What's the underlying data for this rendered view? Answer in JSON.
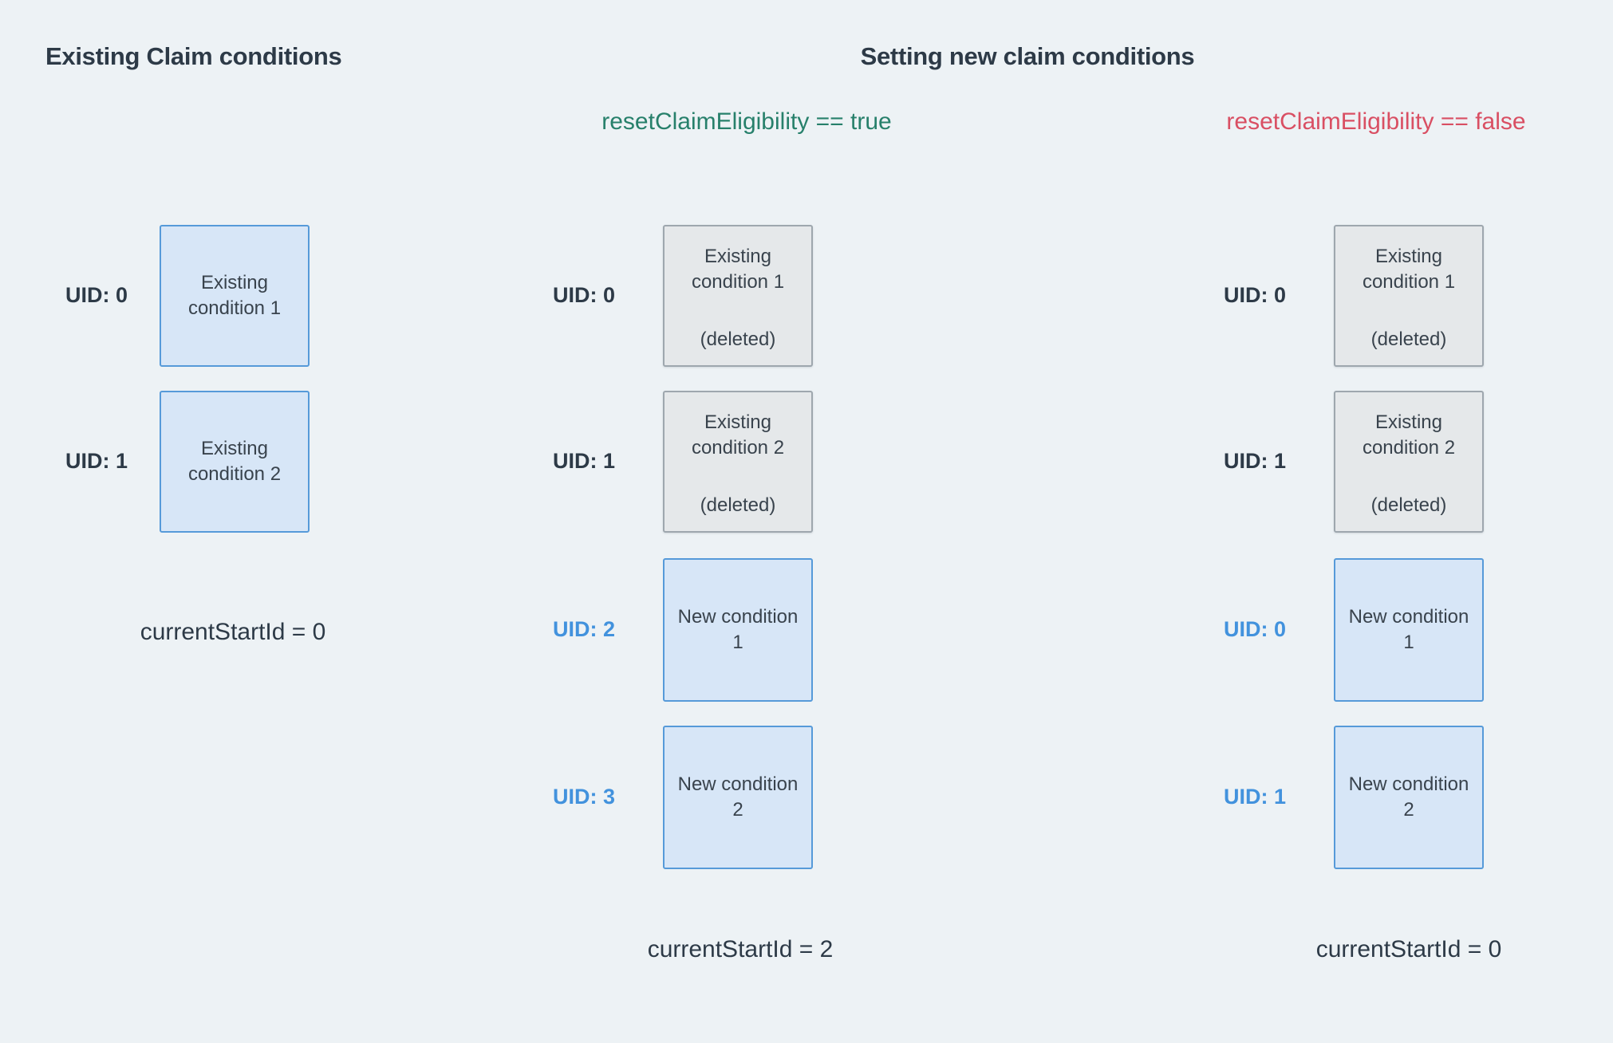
{
  "headers": {
    "left": "Existing Claim conditions",
    "middle": "Setting new claim conditions"
  },
  "flags": {
    "true_label": "resetClaimEligibility == true",
    "false_label": "resetClaimEligibility == false"
  },
  "colors": {
    "background": "#edf2f5",
    "heading_text": "#2d3a47",
    "flag_true": "#27806b",
    "flag_false": "#d94f63",
    "uid_dark": "#2d3a47",
    "uid_blue": "#4292dd",
    "blue_box_fill": "#d7e6f7",
    "blue_box_border": "#569ad9",
    "gray_box_fill": "#e5e8ea",
    "gray_box_border": "#9ea7ae"
  },
  "left_column": {
    "rows": [
      {
        "uid": "UID: 0",
        "text": "Existing condition 1"
      },
      {
        "uid": "UID: 1",
        "text": "Existing condition 2"
      }
    ],
    "footer": "currentStartId = 0"
  },
  "middle_column": {
    "rows": [
      {
        "uid": "UID: 0",
        "text": "Existing condition 1",
        "deleted_label": "(deleted)"
      },
      {
        "uid": "UID: 1",
        "text": "Existing condition 2",
        "deleted_label": "(deleted)"
      },
      {
        "uid": "UID: 2",
        "text": "New condition 1"
      },
      {
        "uid": "UID: 3",
        "text": "New condition 2"
      }
    ],
    "footer": "currentStartId = 2"
  },
  "right_column": {
    "rows": [
      {
        "uid": "UID: 0",
        "text": "Existing condition 1",
        "deleted_label": "(deleted)"
      },
      {
        "uid": "UID: 1",
        "text": "Existing condition 2",
        "deleted_label": "(deleted)"
      },
      {
        "uid": "UID: 0",
        "text": "New condition 1"
      },
      {
        "uid": "UID: 1",
        "text": "New condition 2"
      }
    ],
    "footer": "currentStartId = 0"
  }
}
